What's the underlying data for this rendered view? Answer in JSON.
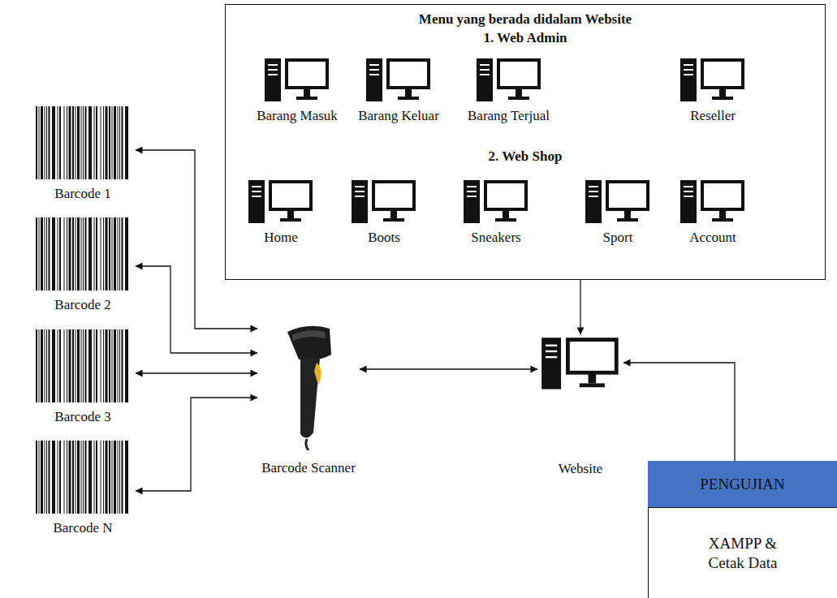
{
  "diagram": {
    "nodes": [
      {
        "text": [
          "Menu yang berada didalam Website",
          "1. Web Admin",
          "2. Web Shop"
        ]
      },
      {
        "text": [
          "Barang Masuk"
        ],
        "in": 0
      },
      {
        "text": [
          "Barang Keluar"
        ],
        "in": 0
      },
      {
        "text": [
          "Barang Terjual"
        ],
        "in": 0
      },
      {
        "text": [
          "Reseller"
        ],
        "in": 0
      },
      {
        "text": [
          "Home"
        ],
        "in": 0
      },
      {
        "text": [
          "Boots"
        ],
        "in": 0
      },
      {
        "text": [
          "Sneakers"
        ],
        "in": 0
      },
      {
        "text": [
          "Sport"
        ],
        "in": 0
      },
      {
        "text": [
          "Account"
        ],
        "in": 0
      },
      {
        "text": [
          "Barcode 1"
        ]
      },
      {
        "text": [
          "Barcode 2"
        ]
      },
      {
        "text": [
          "Barcode 3"
        ]
      },
      {
        "text": [
          "Barcode N"
        ]
      },
      {
        "text": [
          "Barcode Scanner"
        ]
      },
      {
        "text": [
          "Website"
        ]
      },
      {
        "text": [
          "PENGUJIAN"
        ]
      },
      {
        "text": [
          "XAMPP & Cetak Data"
        ]
      }
    ],
    "edges": [
      {
        "from": 10,
        "to": 14,
        "arrow": "both"
      },
      {
        "from": 11,
        "to": 14,
        "arrow": "both"
      },
      {
        "from": 12,
        "to": 14,
        "arrow": "both"
      },
      {
        "from": 13,
        "to": 14,
        "arrow": "both"
      },
      {
        "from": 14,
        "to": 15,
        "arrow": "both"
      },
      {
        "from": 0,
        "to": 15,
        "arrow": "to"
      },
      {
        "from": 16,
        "to": 15,
        "arrow": "to"
      }
    ]
  }
}
